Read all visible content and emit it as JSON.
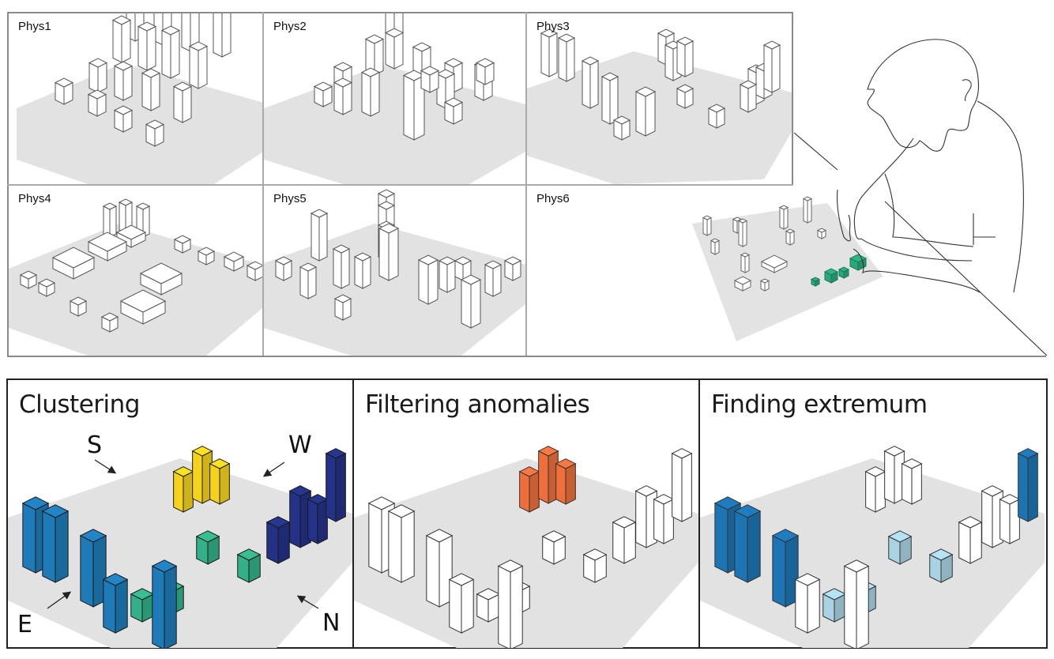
{
  "figure": {
    "top_panels": [
      {
        "id": "phys1",
        "label": "Phys1"
      },
      {
        "id": "phys2",
        "label": "Phys2"
      },
      {
        "id": "phys3",
        "label": "Phys3"
      },
      {
        "id": "phys4",
        "label": "Phys4"
      },
      {
        "id": "phys5",
        "label": "Phys5"
      },
      {
        "id": "phys6",
        "label": "Phys6"
      }
    ],
    "task_panels": [
      {
        "id": "clustering",
        "title": "Clustering"
      },
      {
        "id": "filtering",
        "title": "Filtering anomalies"
      },
      {
        "id": "extremum",
        "title": "Finding extremum"
      }
    ],
    "directions": {
      "S": "S",
      "W": "W",
      "E": "E",
      "N": "N"
    },
    "colors": {
      "grid_border": "#8a8a8a",
      "task_border": "#222222",
      "floor": "#e2e2e2",
      "bar_white": "#ffffff",
      "cluster_blue": "#1f7bb8",
      "cluster_yellow": "#f5d21c",
      "cluster_navy": "#233286",
      "cluster_green": "#33b089",
      "anomaly_orange": "#ee6f3c",
      "extremum_blue": "#1c74b3",
      "extremum_light": "#a9d3e3",
      "phys6_green": "#2aa87a"
    }
  }
}
